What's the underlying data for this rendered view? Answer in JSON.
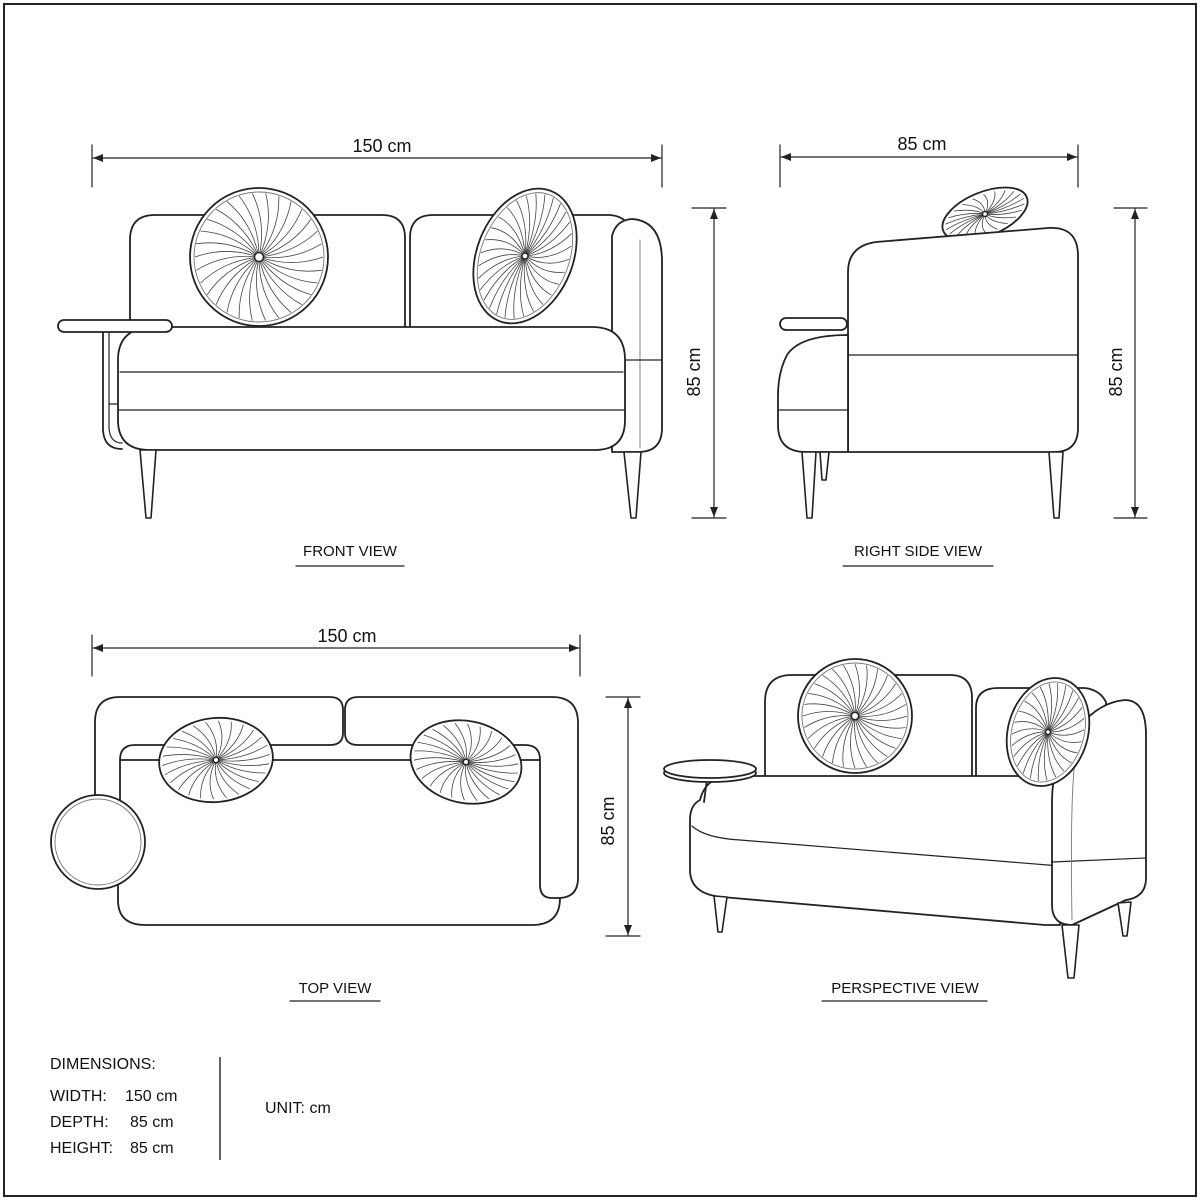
{
  "views": {
    "front": {
      "label": "FRONT VIEW",
      "width_dim": "150 cm",
      "height_dim": "85 cm"
    },
    "side": {
      "label": "RIGHT SIDE VIEW",
      "depth_dim": "85 cm",
      "height_dim": "85 cm"
    },
    "top": {
      "label": "TOP VIEW",
      "width_dim": "150 cm",
      "depth_dim": "85 cm"
    },
    "perspective": {
      "label": "PERSPECTIVE VIEW"
    }
  },
  "dimensions": {
    "heading": "DIMENSIONS:",
    "width": {
      "label": "WIDTH:",
      "value": "150 cm"
    },
    "depth": {
      "label": "DEPTH:",
      "value": "85 cm"
    },
    "height": {
      "label": "HEIGHT:",
      "value": "85 cm"
    }
  },
  "unit_label": "UNIT: cm",
  "colors": {
    "line": "#222222",
    "background": "#ffffff"
  }
}
